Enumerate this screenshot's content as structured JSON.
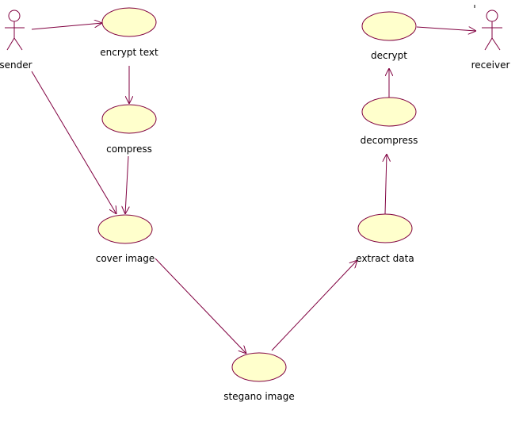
{
  "actors": {
    "sender": {
      "label": "sender"
    },
    "receiver": {
      "label": "receiver"
    }
  },
  "use_cases": {
    "encrypt_text": {
      "label": "encrypt text"
    },
    "compress": {
      "label": "compress"
    },
    "cover_image": {
      "label": "cover image"
    },
    "stegano_image": {
      "label": "stegano image"
    },
    "extract_data": {
      "label": "extract data"
    },
    "decompress": {
      "label": "decompress"
    },
    "decrypt": {
      "label": "decrypt"
    }
  },
  "colors": {
    "ellipse_fill": "#ffffcc",
    "ellipse_stroke": "#800040",
    "edge": "#800040",
    "actor_stroke": "#800040"
  }
}
